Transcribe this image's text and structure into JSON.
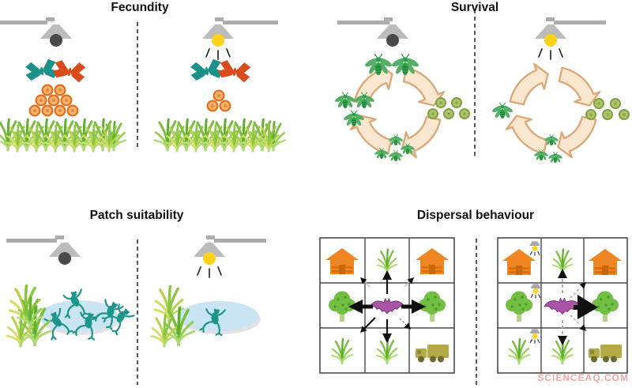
{
  "watermark": "SCIENCEAQ.COM",
  "panels": {
    "fecundity": {
      "title": "Fecundity",
      "dark": {
        "light": "off",
        "moths": 2,
        "eggs": 9
      },
      "lit": {
        "light": "on",
        "moths": 2,
        "eggs": 3
      }
    },
    "survival": {
      "title": "Survival",
      "dark": {
        "light": "off",
        "adults": 2,
        "subadults": 3,
        "eggs": 5,
        "juveniles": 4
      },
      "lit": {
        "light": "on",
        "adults": 0,
        "subadults": 1,
        "eggs": 5,
        "juveniles": 3
      }
    },
    "patch_suitability": {
      "title": "Patch suitability",
      "dark": {
        "light": "off",
        "frogs": 5
      },
      "lit": {
        "light": "on",
        "frogs": 1
      }
    },
    "dispersal": {
      "title": "Dispersal behaviour",
      "dark": {
        "light": "off",
        "grid": [
          [
            "house",
            "grass",
            "house"
          ],
          [
            "tree",
            "bat",
            "tree"
          ],
          [
            "grass",
            "grass",
            "truck"
          ]
        ],
        "movement": "bat disperses in all directions, strongest arrows toward trees"
      },
      "lit": {
        "light": "on",
        "streetlit_cells": [
          "house top-left",
          "tree middle-left",
          "grass bottom-left"
        ],
        "grid": [
          [
            "house + streetlight",
            "grass",
            "house"
          ],
          [
            "tree + streetlight",
            "bat",
            "tree"
          ],
          [
            "grass + streetlight",
            "grass",
            "truck"
          ]
        ],
        "movement": "bat avoids street-lit cells, movement redirected toward unlit tree"
      }
    }
  },
  "colors": {
    "moth_teal": "#1B9189",
    "moth_red": "#D84B1B",
    "egg_orange": "#F7B26B",
    "insect_green": "#2E9E49",
    "egg_green": "#AEC46A",
    "cycle_arrow_fill": "#FAE7D0",
    "cycle_arrow_stroke": "#DCA878",
    "frog_teal": "#1D958B",
    "pond_blue": "#C9E4F2",
    "house_orange": "#F08621",
    "tree_green": "#72BF44",
    "bat_purple": "#A855A5",
    "truck_olive": "#B3AA45",
    "lamp_gray": "#BCBCBC",
    "bulb_off": "#4A4A4A",
    "bulb_on": "#FFD21C",
    "grass_green": "#79BE3C",
    "watermark_pink": "#F2A6A2"
  }
}
